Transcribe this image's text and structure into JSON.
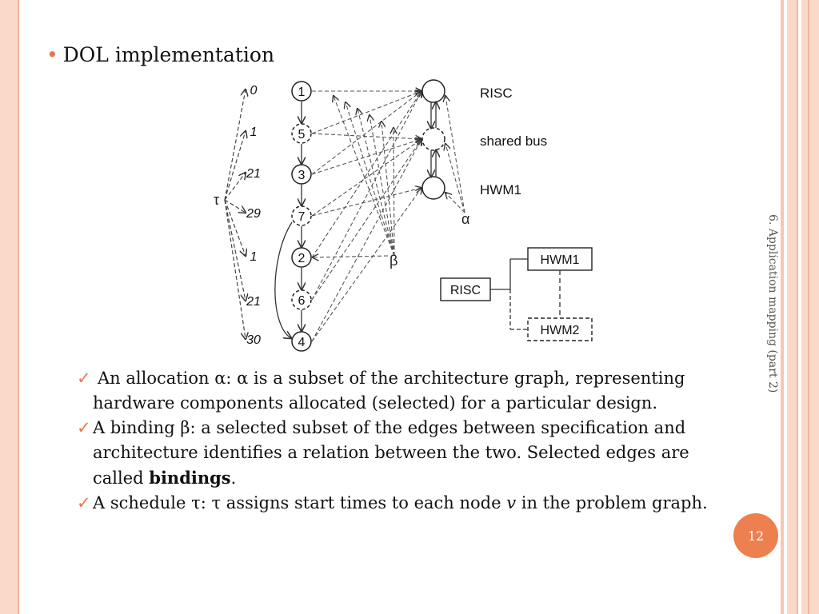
{
  "slide": {
    "heading": "DOL implementation",
    "side_label": "6. Application mapping (part 2)",
    "page_number": "12",
    "accent_color": "#ee7f4f",
    "border_color": "#fbd9c8"
  },
  "diagram": {
    "tau_label": "τ",
    "alpha_label": "α",
    "beta_label": "β",
    "start_times": [
      "0",
      "1",
      "21",
      "29",
      "1",
      "21",
      "30"
    ],
    "spec_nodes": [
      "1",
      "5",
      "3",
      "7",
      "2",
      "6",
      "4"
    ],
    "arch_labels": [
      "RISC",
      "shared bus",
      "HWM1"
    ],
    "alloc_boxes": [
      "RISC",
      "HWM1",
      "HWM2"
    ]
  },
  "bullets": [
    {
      "check": "✓",
      "prefix": "An allocation α: α is a subset of the architecture graph, representing hardware components allocated (selected) for a particular design."
    },
    {
      "check": "✓",
      "prefix": "A binding β: a selected subset of the edges between specification and architecture identifies a relation between the two. Selected edges are called ",
      "bold": "bindings",
      "suffix": "."
    },
    {
      "check": "✓",
      "prefix": "A schedule τ: τ assigns start times to each node ",
      "italic": "v",
      "suffix": " in the problem graph."
    }
  ]
}
